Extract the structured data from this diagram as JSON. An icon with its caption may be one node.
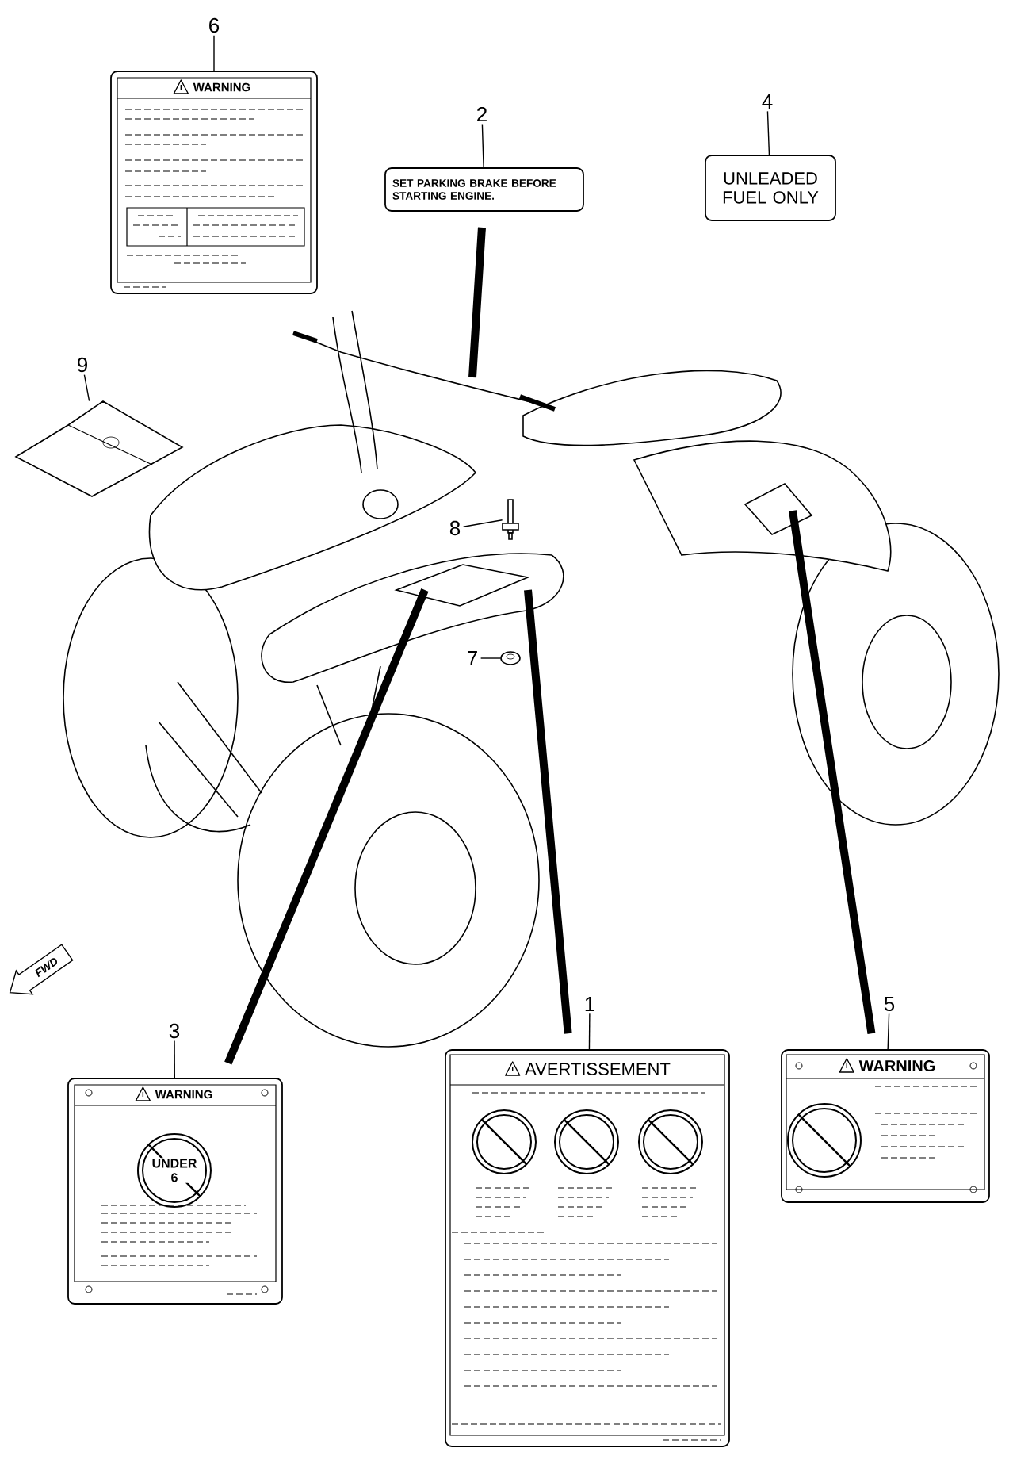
{
  "diagram": {
    "nodes": [
      {
        "text": [
          "6"
        ]
      },
      {
        "text": [
          "WARNING"
        ]
      },
      {
        "text": [
          "2"
        ]
      },
      {
        "text": [
          "SET PARKING BRAKE BEFORE STARTING ENGINE."
        ]
      },
      {
        "text": [
          "4"
        ]
      },
      {
        "text": [
          "UNLEADED FUEL ONLY"
        ]
      },
      {
        "text": [
          "9"
        ]
      },
      {
        "text": [],
        "shape": "picture"
      },
      {
        "text": [
          "8"
        ]
      },
      {
        "text": [],
        "shape": "picture"
      },
      {
        "text": [
          "7"
        ]
      },
      {
        "text": [],
        "shape": "picture"
      },
      {
        "text": [
          "3"
        ]
      },
      {
        "text": [
          "WARNING",
          "UNDER 6"
        ]
      },
      {
        "text": [
          "1"
        ]
      },
      {
        "text": [
          "AVERTISSEMENT"
        ]
      },
      {
        "text": [
          "5"
        ]
      },
      {
        "text": [
          "WARNING"
        ]
      }
    ],
    "edges": [
      {
        "from": 0,
        "to": 1,
        "arrow": "none"
      },
      {
        "from": 2,
        "to": 3,
        "arrow": "none"
      },
      {
        "from": 4,
        "to": 5,
        "arrow": "none"
      },
      {
        "from": 6,
        "to": 7,
        "arrow": "none"
      },
      {
        "from": 8,
        "to": 9,
        "arrow": "none"
      },
      {
        "from": 10,
        "to": 11,
        "arrow": "none"
      },
      {
        "from": 12,
        "to": 13,
        "arrow": "none"
      },
      {
        "from": 14,
        "to": 15,
        "arrow": "none"
      },
      {
        "from": 16,
        "to": 17,
        "arrow": "none"
      },
      {
        "from": 3,
        "to": null,
        "arrow": "none",
        "style": "thick"
      },
      {
        "from": 13,
        "to": null,
        "arrow": "none",
        "style": "thick"
      },
      {
        "from": 15,
        "to": null,
        "arrow": "none",
        "style": "thick"
      },
      {
        "from": 17,
        "to": null,
        "arrow": "none",
        "style": "thick"
      }
    ],
    "labels": [
      "FWD"
    ]
  }
}
